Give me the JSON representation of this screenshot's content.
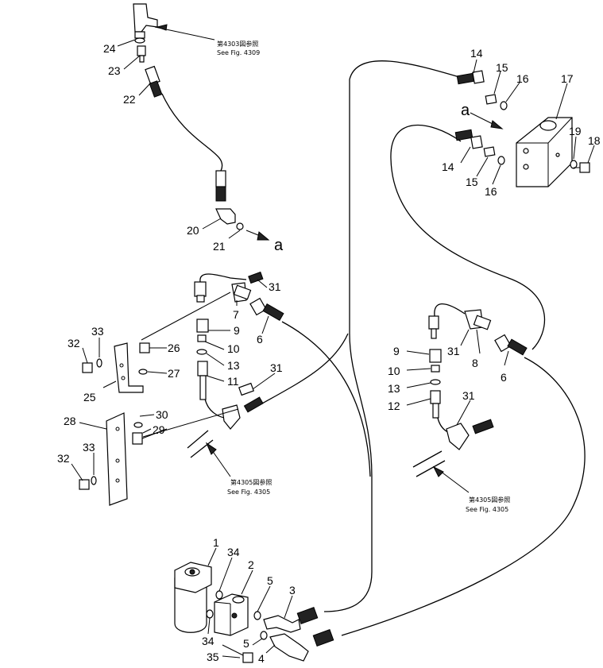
{
  "callouts": {
    "c24": "24",
    "c23": "23",
    "c22": "22",
    "c20": "20",
    "c21": "21",
    "c14a": "14",
    "c15a": "15",
    "c16a": "16",
    "c17": "17",
    "c14b": "14",
    "c15b": "15",
    "c16b": "16",
    "c19": "19",
    "c18": "18",
    "c31a": "31",
    "c7a": "7",
    "c6a": "6",
    "c9a": "9",
    "c10a": "10",
    "c13a": "13",
    "c11": "11",
    "c26": "26",
    "c27": "27",
    "c33a": "33",
    "c32a": "32",
    "c25": "25",
    "c31b": "31",
    "c28": "28",
    "c30": "30",
    "c29": "29",
    "c33b": "33",
    "c32b": "32",
    "c9b": "9",
    "c31c": "31",
    "c8": "8",
    "c6b": "6",
    "c10b": "10",
    "c13b": "13",
    "c12": "12",
    "c31d": "31",
    "c1": "1",
    "c2": "2",
    "c34a": "34",
    "c5a": "5",
    "c3": "3",
    "c34b": "34",
    "c5b": "5",
    "c35": "35",
    "c4": "4"
  },
  "connector_letters": {
    "a_top": "a",
    "a_left": "a"
  },
  "references": {
    "fig4303_jp": "第4303図参照",
    "fig4303_en": "See Fig. 4309",
    "fig4305a_jp": "第4305図参照",
    "fig4305a_en": "See Fig. 4305",
    "fig4305b_jp": "第4305図参照",
    "fig4305b_en": "See Fig. 4305"
  },
  "icons": {
    "connector_arrow": "arrow-icon"
  }
}
